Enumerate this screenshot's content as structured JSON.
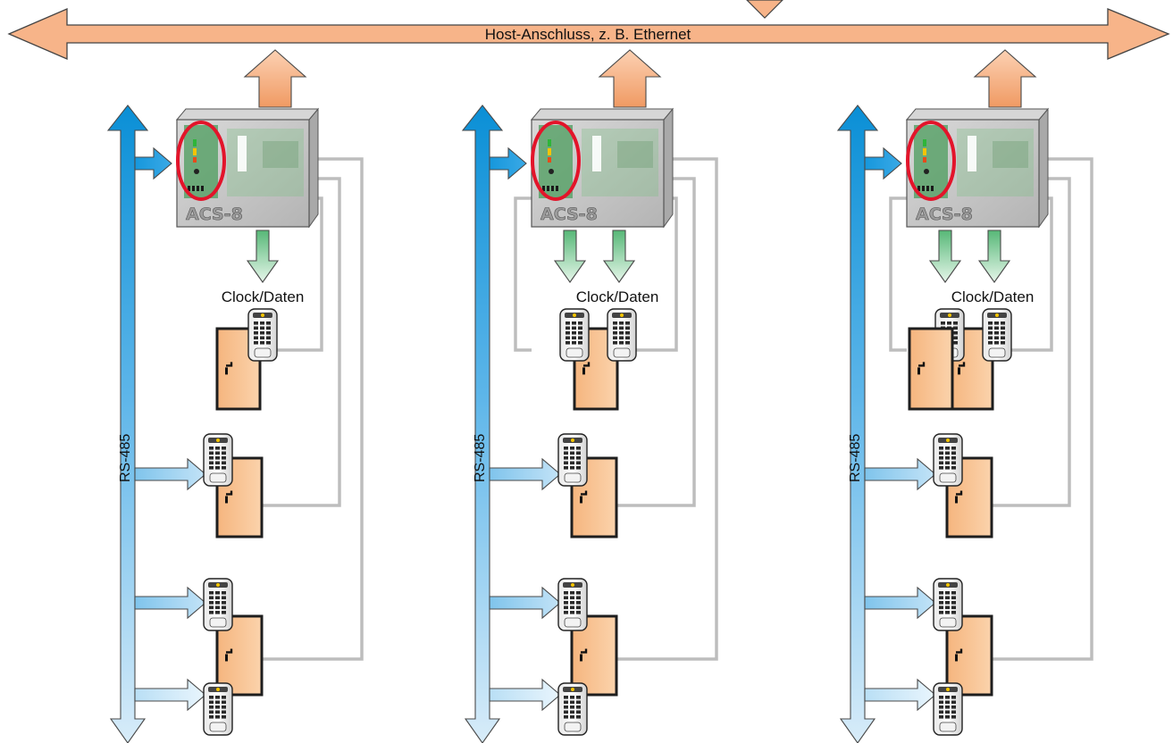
{
  "host_bus": {
    "label": "Host-Anschluss, z. B. Ethernet"
  },
  "clusters": [
    {
      "controller_label": "ACS-8",
      "bus_label": "RS-485",
      "clock_label": "Clock/Daten",
      "clock_readers": 1,
      "door_groups": 1
    },
    {
      "controller_label": "ACS-8",
      "bus_label": "RS-485",
      "clock_label": "Clock/Daten",
      "clock_readers": 2,
      "door_groups": 2
    },
    {
      "controller_label": "ACS-8",
      "bus_label": "RS-485",
      "clock_label": "Clock/Daten",
      "clock_readers": 2,
      "door_groups": 2
    }
  ],
  "colors": {
    "bus_orange": "#f7b489",
    "bus_outline": "#555555",
    "rs485_top": "#0a8fd6",
    "rs485_bottom": "#d8ecf9",
    "clock_arrow": "#8fd3a5",
    "door": "#f8c392",
    "door_frame": "#222222",
    "wire": "#bdbdbd",
    "highlight": "#e3142a",
    "controller": "#c6c6c6"
  }
}
